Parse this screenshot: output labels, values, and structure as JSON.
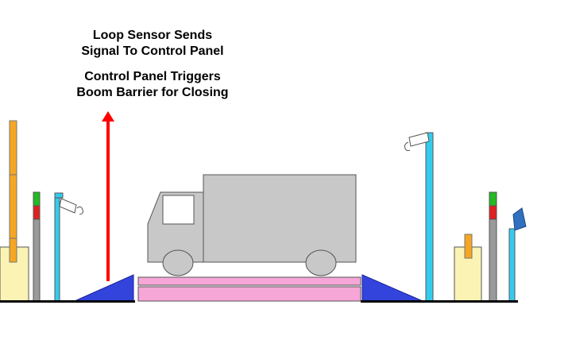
{
  "captions": {
    "line1": "Loop Sensor Sends",
    "line2": "Signal To Control Panel",
    "line3": "Control Panel Triggers",
    "line4": "Boom Barrier for Closing"
  },
  "colors": {
    "ground": "#000000",
    "arrow": "#ff0000",
    "pole_cyan": "#33ccee",
    "boom_orange": "#f5a623",
    "cabinet": "#fbf3b4",
    "signal_green": "#22bb22",
    "signal_red": "#e02020",
    "pole_gray": "#9a9a9a",
    "truck_gray": "#c8c8c8",
    "ramp_blue": "#3344dd",
    "platform_pink": "#f7a6d8",
    "reader_blue": "#3070c0"
  }
}
